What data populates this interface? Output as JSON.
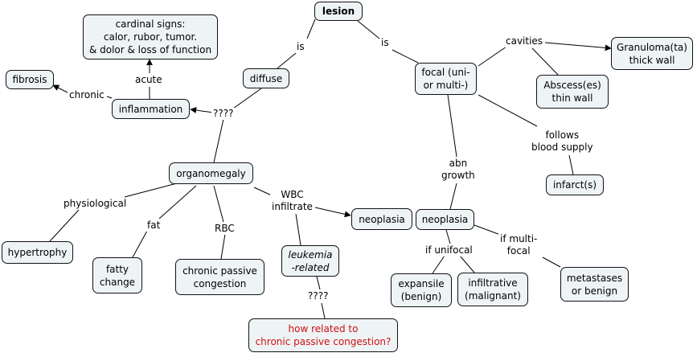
{
  "nodes": {
    "lesion": "lesion",
    "cardinal_signs": "cardinal signs:\ncalor, rubor, tumor.\n& dolor & loss of function",
    "fibrosis": "fibrosis",
    "diffuse": "diffuse",
    "inflammation": "inflammation",
    "focal": "focal (uni-\nor multi-)",
    "granuloma": "Granuloma(ta)\nthick wall",
    "abscess": "Abscess(es)\nthin wall",
    "infarct": "infarct(s)",
    "organomegaly": "organomegaly",
    "neoplasia_a": "neoplasia",
    "neoplasia_b": "neoplasia",
    "hypertrophy": "hypertrophy",
    "fatty_change": "fatty\nchange",
    "chronic_passive": "chronic passive\ncongestion",
    "leukemia": "leukemia\n-related",
    "how_related": "how related to\nchronic passive congestion?",
    "expansile": "expansile\n(benign)",
    "infiltrative": "infiltrative\n(malignant)",
    "metastases": "metastases\nor benign"
  },
  "links": {
    "is_left": "is",
    "is_right": "is",
    "acute": "acute",
    "chronic": "chronic",
    "qmarks_top": "????",
    "cavities": "cavities",
    "follows_blood": "follows\nblood supply",
    "abn_growth": "abn\ngrowth",
    "physiological": "physiological",
    "fat": "fat",
    "rbc": "RBC",
    "wbc_infiltrate": "WBC\ninfiltrate",
    "qmarks_bottom": "????",
    "if_unifocal": "if unifocal",
    "if_multifocal": "if multi-\nfocal"
  }
}
